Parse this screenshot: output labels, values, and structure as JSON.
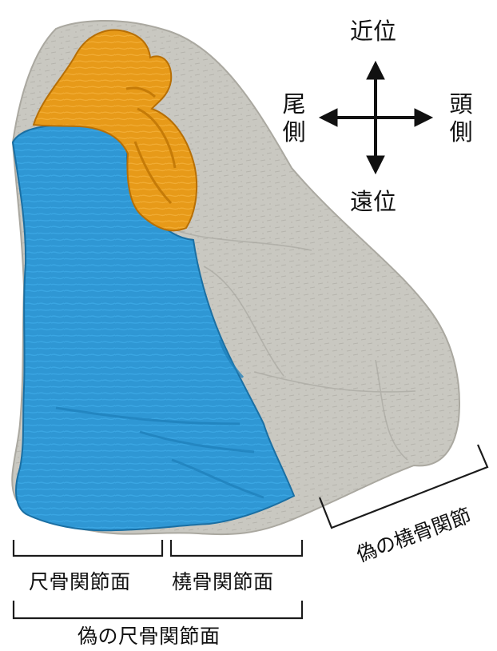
{
  "orientation": {
    "proximal": "近位",
    "distal": "遠位",
    "caudal": "尾側",
    "cranial": "頭側"
  },
  "labels": {
    "ulnar_facet": "尺骨関節面",
    "radial_facet": "橈骨関節面",
    "pseudo_ulnar_facet": "偽の尺骨関節面",
    "pseudo_radial_facet": "偽の橈骨関節",
    "text_color": "#111111"
  },
  "colors": {
    "bone": "#c9c8c1",
    "bone_shadow": "#a9a89f",
    "blue_facet": "#2f97d4",
    "blue_shadow": "#1a6fa3",
    "orange_facet": "#e79a19",
    "orange_shadow": "#b76f05",
    "bracket": "#1b1b1b"
  }
}
